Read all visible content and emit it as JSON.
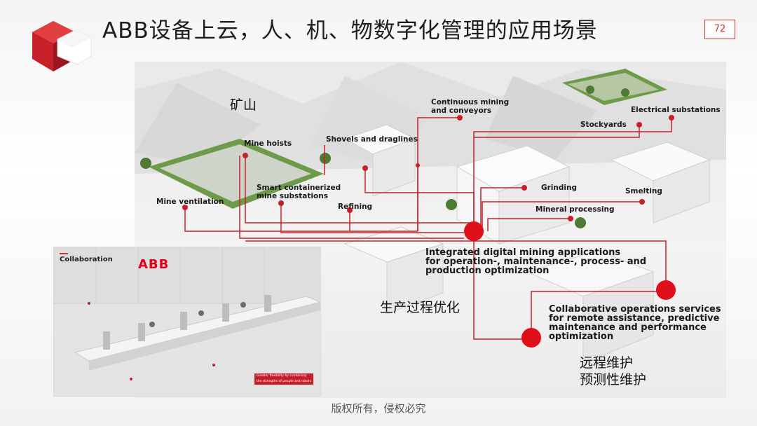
{
  "slide": {
    "title": "ABB设备上云，人、机、物数字化管理的应用场景",
    "page_number": "72",
    "footer": "版权所有，侵权必究"
  },
  "main_diagram": {
    "zone_mine": "矿山",
    "labels": {
      "continuous_mining": "Continuous mining\nand conveyors",
      "electrical_substations": "Electrical substations",
      "stockyards": "Stockyards",
      "mine_hoists": "Mine hoists",
      "shovels_draglines": "Shovels and draglines",
      "smart_containerized": "Smart containerized\nmine substations",
      "grinding": "Grinding",
      "smelting": "Smelting",
      "mine_ventilation": "Mine ventilation",
      "refining": "Refining",
      "mineral_processing": "Mineral processing",
      "integrated_digital": "Integrated digital mining applications\nfor operation-, maintenance-, process- and\nproduction optimization",
      "collaborative_services": "Collaborative operations services\nfor remote assistance, predictive\nmaintenance and performance\noptimization"
    },
    "chinese_labels": {
      "process_optimization": "生产过程优化",
      "remote_maintenance": "远程维护",
      "predictive_maintenance": "预测性维护"
    }
  },
  "collaboration_panel": {
    "title": "Collaboration",
    "brand": "ABB",
    "tagline": "Greater flexibility by combining\nthe strengths of people and robots"
  },
  "colors": {
    "accent_red": "#d63030",
    "line_red": "#c8202a",
    "title_text": "#1e1e1e"
  }
}
